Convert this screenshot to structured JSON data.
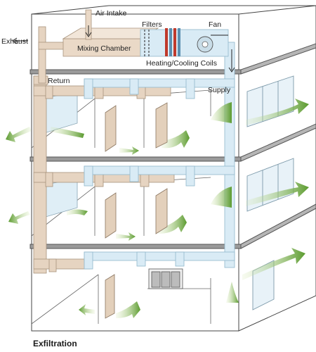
{
  "labels": {
    "air_intake": "Air Intake",
    "filters": "Filters",
    "fan": "Fan",
    "exhaust": "Exhaust",
    "mixing_chamber": "Mixing Chamber",
    "heating_cooling_coils": "Heating/Cooling Coils",
    "return": "Return",
    "supply": "Supply"
  },
  "caption": "Exfiltration",
  "colors": {
    "return_duct": "#e6d4c1",
    "return_duct_stroke": "#a8937c",
    "supply_duct": "#d9ebf5",
    "supply_duct_stroke": "#8fb7cc",
    "airflow_arrow": "#6fa63f",
    "floor_slab": "#8a8a8a",
    "door": "#e3d0bb",
    "window": "#dfeef6",
    "filter_red": "#c0392b"
  }
}
